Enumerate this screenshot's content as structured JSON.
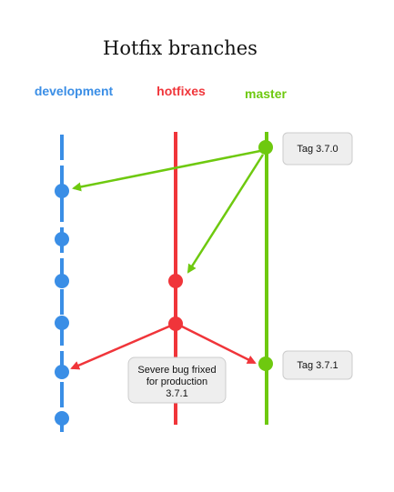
{
  "title": "Hotfix branches",
  "lanes": {
    "development": {
      "label": "development",
      "color": "#3a8ee6"
    },
    "hotfixes": {
      "label": "hotfixes",
      "color": "#f0353a"
    },
    "master": {
      "label": "master",
      "color": "#6ec90f"
    }
  },
  "tags": {
    "tag_370": "Tag 3.7.0",
    "tag_371": "Tag 3.7.1"
  },
  "note": {
    "line1": "Severe bug frixed",
    "line2": "for production",
    "line3": "3.7.1"
  },
  "colors": {
    "box_fill": "#eeeeee",
    "box_stroke": "#cccccc"
  }
}
